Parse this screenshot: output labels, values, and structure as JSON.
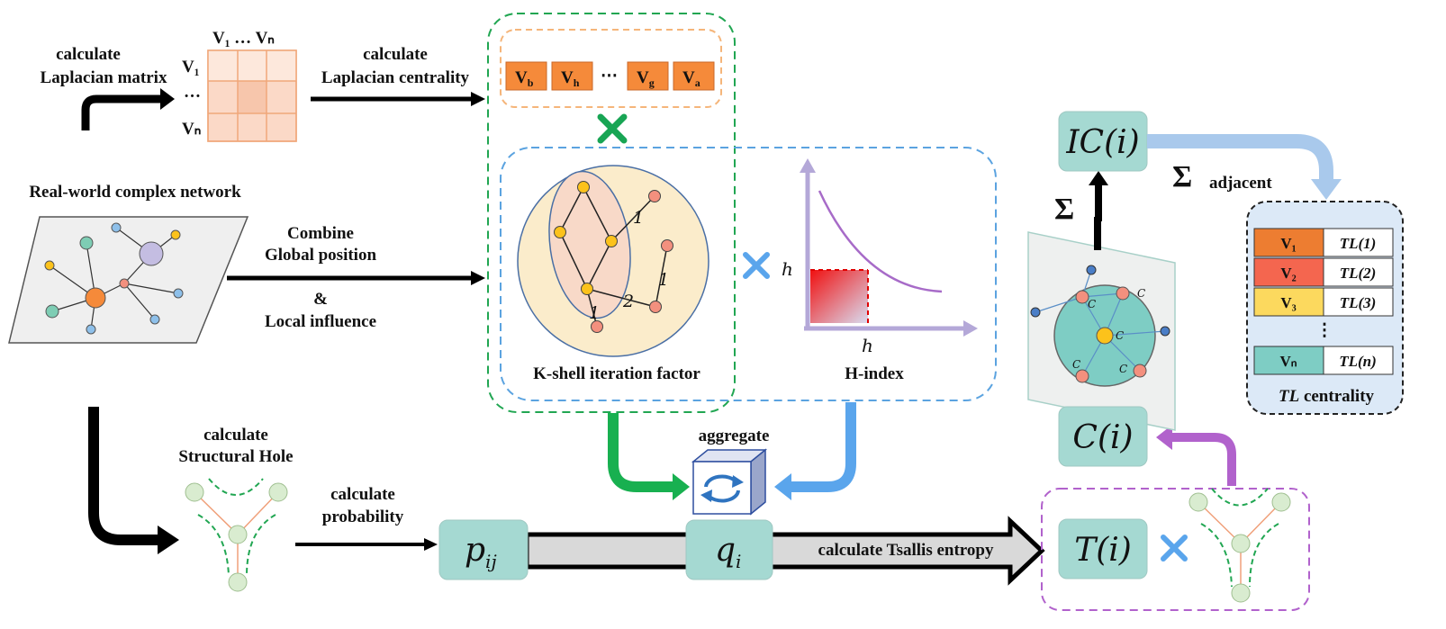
{
  "labels": {
    "calc_laplacian_matrix": [
      "calculate",
      "Laplacian  matrix"
    ],
    "matrix_cols": "V₁  …  Vₙ",
    "matrix_row1": "V₁",
    "matrix_row_dots": "…",
    "matrix_rown": "Vₙ",
    "calc_laplacian_centrality": [
      "calculate",
      "Laplacian  centrality"
    ],
    "rank_nodes": [
      "V_b",
      "V_h",
      "V_g",
      "V_a"
    ],
    "rank_dots": "⋯",
    "real_world": "Real-world  complex  network",
    "combine": [
      "Combine",
      "Global  position",
      "&",
      "Local influence"
    ],
    "kshell_label": "K-shell iteration factor",
    "kshell_edge_labels": [
      "1",
      "1",
      "2",
      "1"
    ],
    "hindex_label": "H-index",
    "h_axis": "h",
    "h_axis_x": "h",
    "aggregate": "aggregate",
    "calc_structural_hole": [
      "calculate",
      "Structural  Hole"
    ],
    "calc_probability": [
      "calculate",
      "probability"
    ],
    "p_ij": "p",
    "p_ij_sub": "ij",
    "q_i": "q",
    "q_i_sub": "i",
    "tsallis": "calculate Tsallis  entropy",
    "T_i": "T(i)",
    "C_i": "C(i)",
    "IC_i": "IC(i)",
    "sigma": "Σ",
    "sigma_adjacent": "adjacent",
    "c_label": "C",
    "tl_rows": [
      {
        "node": "V₁",
        "value": "TL(1)",
        "color": "#ed7d31"
      },
      {
        "node": "V₂",
        "value": "TL(2)",
        "color": "#f4664f"
      },
      {
        "node": "V₃",
        "value": "TL(3)",
        "color": "#fcd95e"
      },
      {
        "node": "Vₙ",
        "value": "TL(n)",
        "color": "#7ecdc4"
      }
    ],
    "tl_dots": "⋮",
    "tl_caption_italic": "TL",
    "tl_caption_rest": " centrality"
  },
  "colors": {
    "orange_node": "#f58a3a",
    "teal_box": "#a5d9d2",
    "green_dash": "#21a652",
    "blue_dash": "#5ba3e0",
    "purple_dash": "#b162cc",
    "orange_dash": "#f5b57a",
    "light_blue_arrow": "#a9c9ec",
    "green_x": "#18a554",
    "blue_x": "#5aa5ec"
  }
}
